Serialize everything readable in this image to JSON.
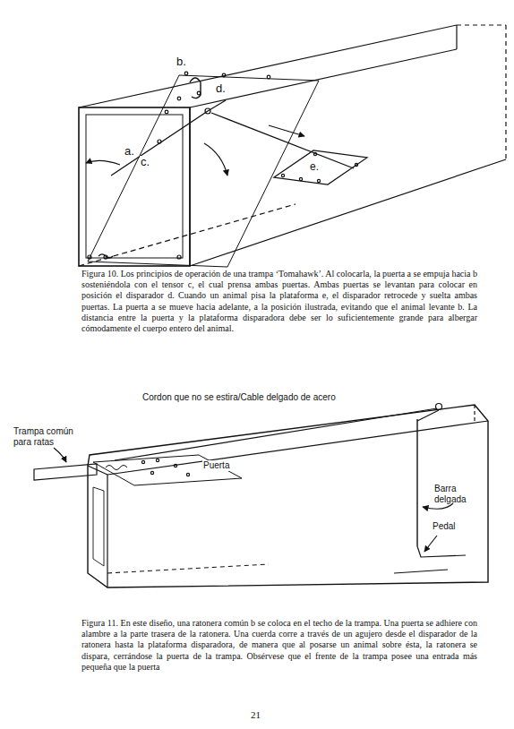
{
  "diagram": {
    "labels": [
      "a.",
      "b.",
      "c.",
      "d.",
      "e.",
      "Figura 10. Los principios de operación de una trampa ‘Tomahawk’. Al colocarla, la puerta a se empuja hacia b sosteniéndola con el tensor c, el cual prensa ambas puertas. Ambas puertas se levantan para colocar en posición el disparador d. Cuando un animal pisa la plataforma e, el disparador retrocede y suelta ambas puertas. La puerta a se mueve hacia adelante, a la posición ilustrada, evitando que el animal levante b. La distancia entre la puerta y la plataforma disparadora debe ser lo suficientemente grande para albergar cómodamente el cuerpo entero del animal.",
      "Cordon que no se estira/Cable delgado de acero",
      "Trampa común para ratas",
      "Puerta",
      "Barra delgada",
      "Pedal",
      "Figura 11. En este diseño, una ratonera común b se coloca en el techo de la trampa. Una puerta se adhiere con alambre a la parte trasera de la ratonera. Una cuerda corre a través de un agujero desde el disparador de la ratonera hasta la plataforma disparadora, de manera que al posarse un animal sobre ésta, la ratonera se dispara, cerrándose la puerta de la trampa. Obsérvese que el frente de la trampa posee una entrada más pequeña que la puerta",
      "21"
    ]
  }
}
